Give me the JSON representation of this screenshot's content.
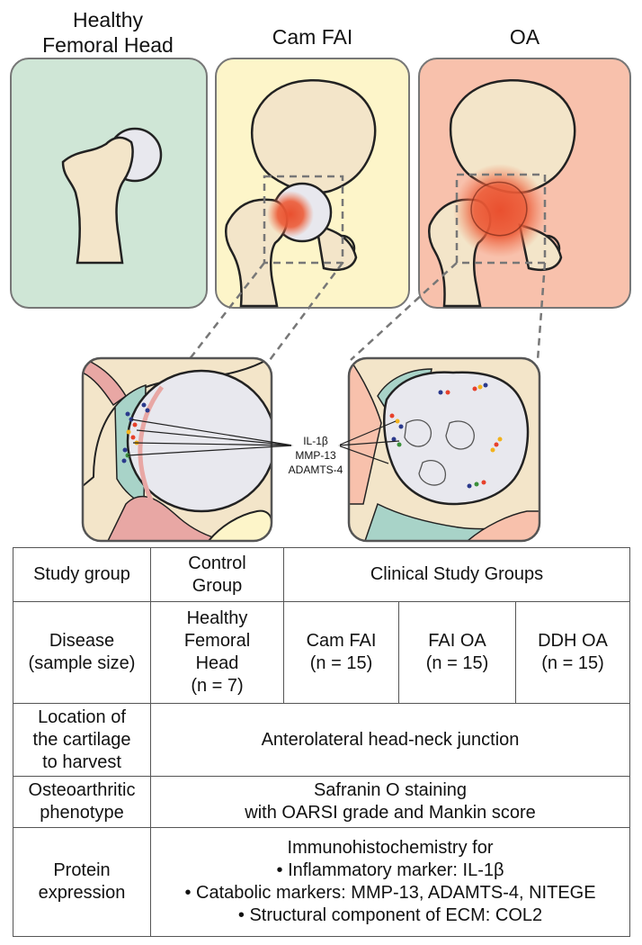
{
  "panels": {
    "healthy_title": [
      "Healthy",
      "Femoral Head"
    ],
    "cam_title": "Cam FAI",
    "oa_title": "OA"
  },
  "markers_label": [
    "IL-1β",
    "MMP-13",
    "ADAMTS-4"
  ],
  "colors": {
    "healthy_bg": "#cfe6d6",
    "cam_bg": "#fdf5c9",
    "oa_bg": "#f8c1ac",
    "bone": "#f3e5c9",
    "cartilage": "#e8e8ee",
    "lesion": "#e9502f",
    "labrum": "#e8a7a4",
    "synovium": "#a8d3c8"
  },
  "table": {
    "row1": {
      "label": "Study group",
      "control": [
        "Control",
        "Group"
      ],
      "clinical": "Clinical Study Groups"
    },
    "row2": {
      "label": [
        "Disease",
        "(sample size)"
      ],
      "healthy": [
        "Healthy",
        "Femoral",
        "Head",
        "(n = 7)"
      ],
      "cam": [
        "Cam FAI",
        "(n = 15)"
      ],
      "fai_oa": [
        "FAI OA",
        "(n = 15)"
      ],
      "ddh_oa": [
        "DDH OA",
        "(n = 15)"
      ]
    },
    "row3": {
      "label": [
        "Location of",
        "the cartilage",
        "to harvest"
      ],
      "value": "Anterolateral head-neck junction"
    },
    "row4": {
      "label": [
        "Osteoarthritic",
        "phenotype"
      ],
      "value": [
        "Safranin O staining",
        "with OARSI grade and Mankin score"
      ]
    },
    "row5": {
      "label": [
        "Protein",
        "expression"
      ],
      "heading": "Immunohistochemistry for",
      "items": [
        "Inflammatory marker: IL-1β",
        "Catabolic markers: MMP-13, ADAMTS-4, NITEGE",
        "Structural component of ECM: COL2"
      ]
    }
  }
}
